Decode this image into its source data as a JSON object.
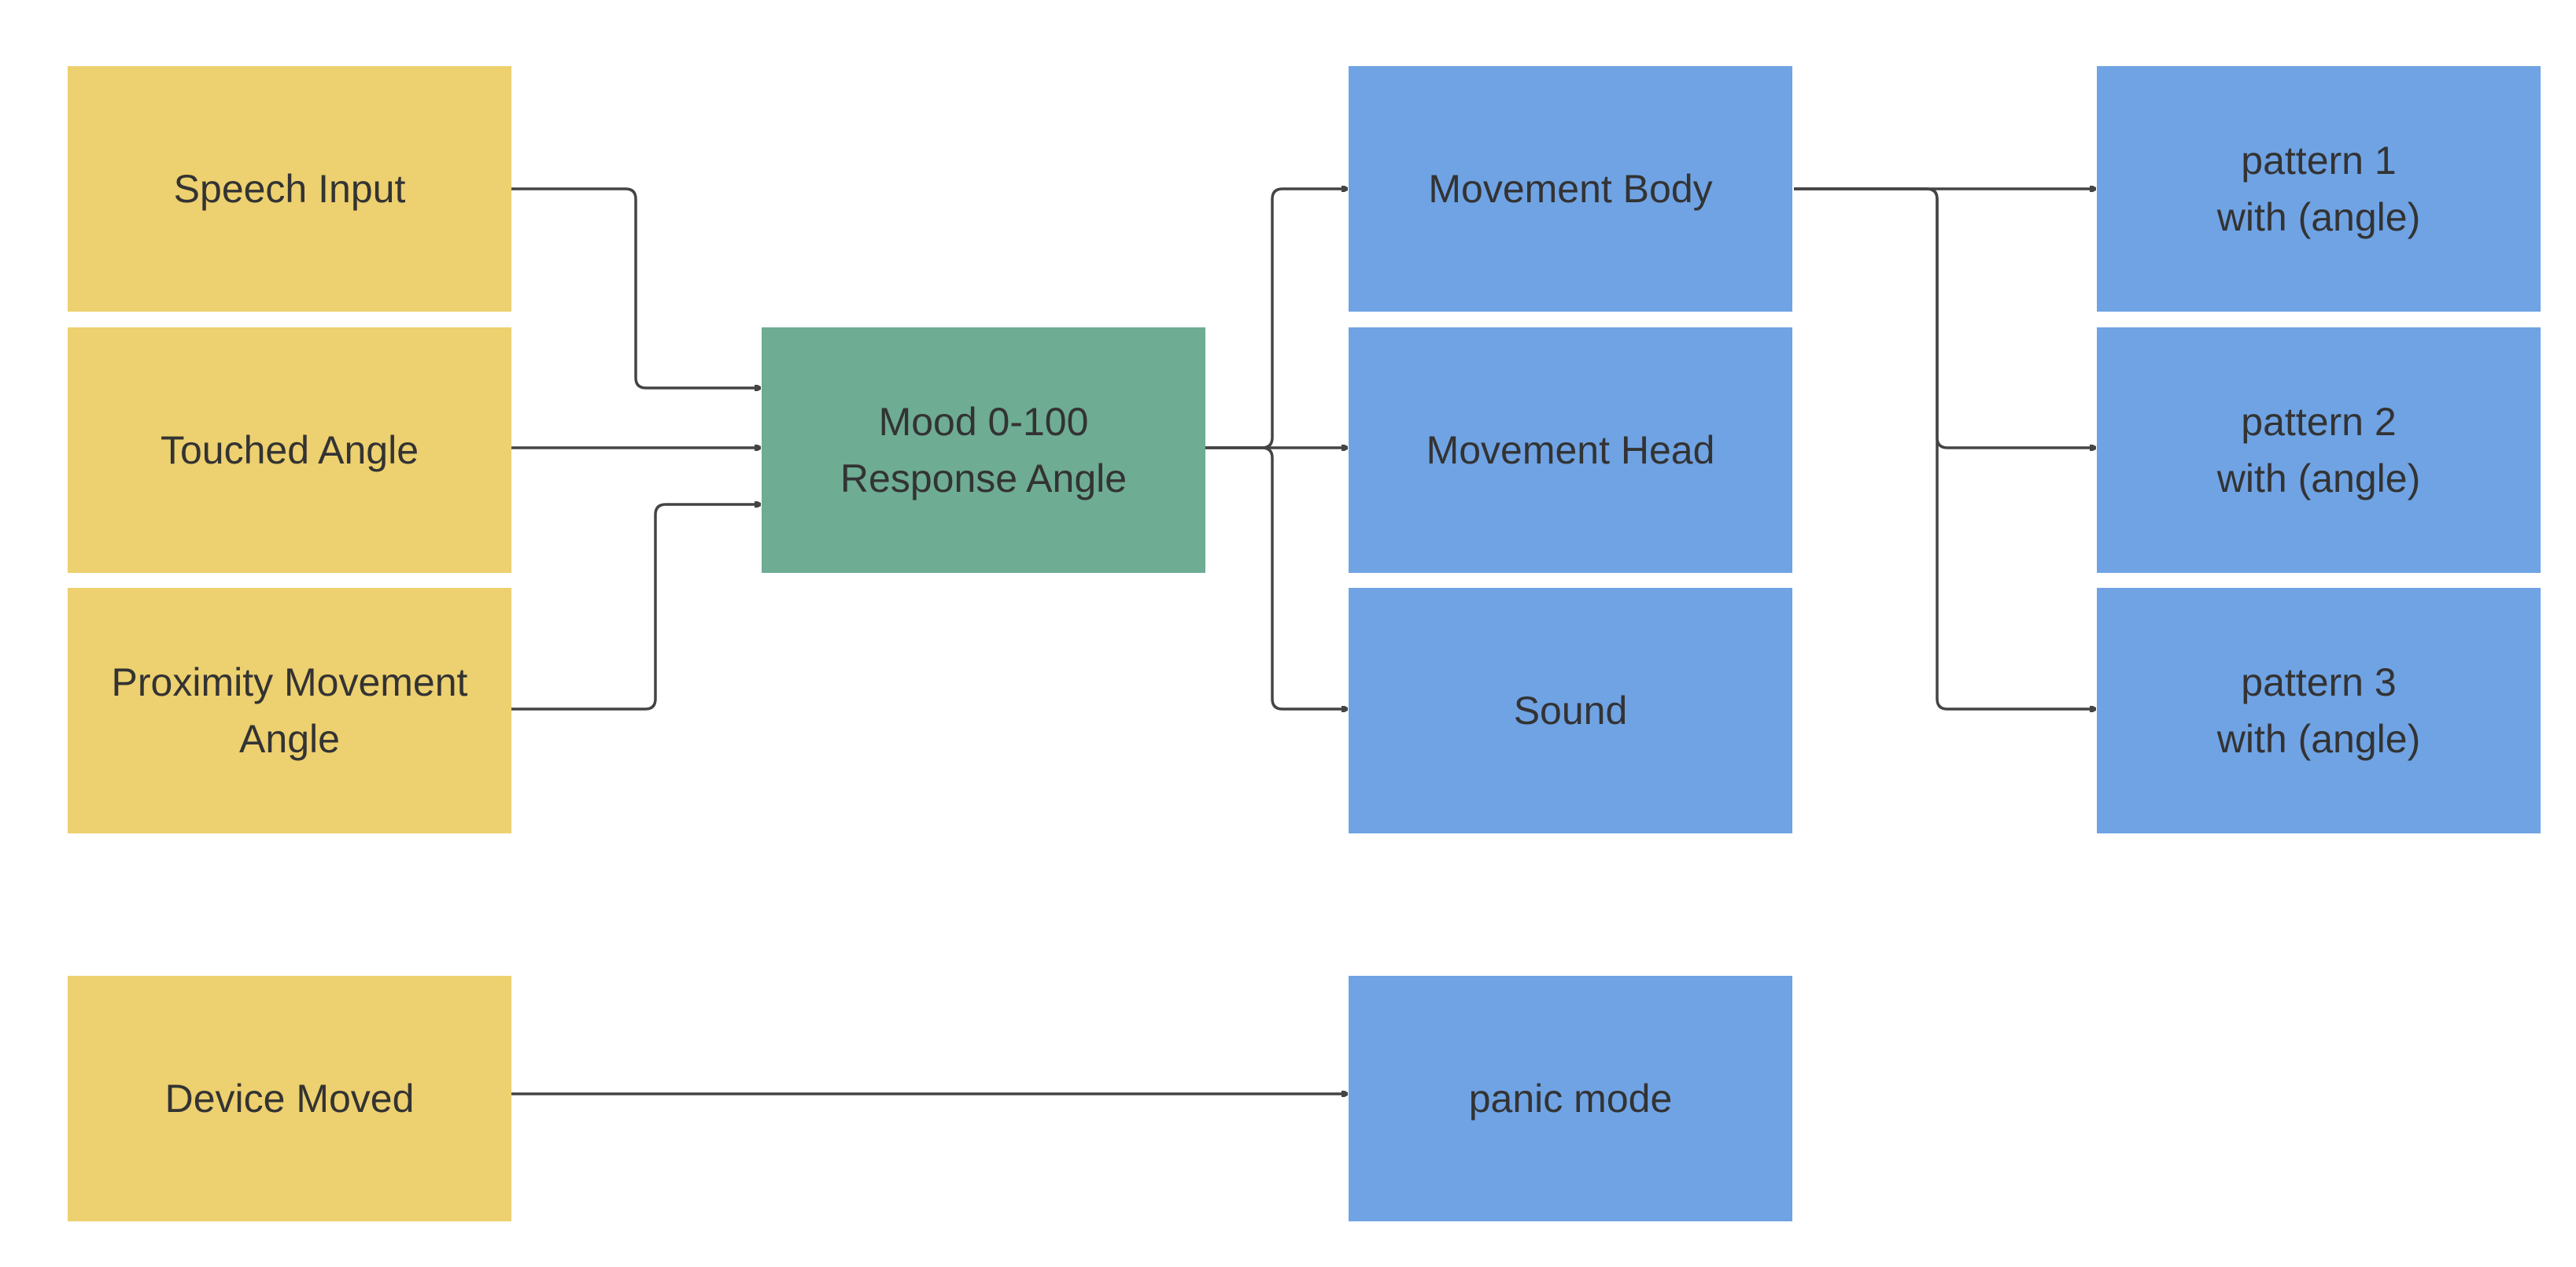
{
  "nodes": {
    "speech_input": "Speech Input",
    "touched_angle": "Touched Angle",
    "proximity": "Proximity Movement\nAngle",
    "device_moved": "Device Moved",
    "mood": "Mood 0-100\nResponse Angle",
    "movement_body": "Movement Body",
    "movement_head": "Movement Head",
    "sound": "Sound",
    "panic_mode": "panic mode",
    "pattern_1": "pattern 1\nwith (angle)",
    "pattern_2": "pattern 2\nwith (angle)",
    "pattern_3": "pattern 3\nwith (angle)"
  },
  "colors": {
    "input": "#EDD06F",
    "processing": "#6EAC94",
    "output": "#6FA3E4",
    "connector": "#444444",
    "text": "#333333"
  },
  "edges": [
    {
      "from": "speech_input",
      "to": "mood"
    },
    {
      "from": "touched_angle",
      "to": "mood"
    },
    {
      "from": "proximity",
      "to": "mood"
    },
    {
      "from": "mood",
      "to": "movement_body"
    },
    {
      "from": "mood",
      "to": "movement_head"
    },
    {
      "from": "mood",
      "to": "sound"
    },
    {
      "from": "movement_body",
      "to": "pattern_1"
    },
    {
      "from": "movement_body",
      "to": "pattern_2"
    },
    {
      "from": "movement_body",
      "to": "pattern_3"
    },
    {
      "from": "device_moved",
      "to": "panic_mode"
    }
  ]
}
